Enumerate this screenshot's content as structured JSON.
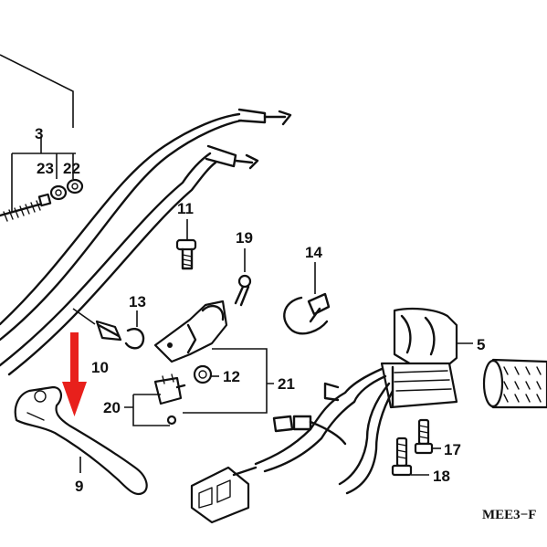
{
  "labels": {
    "l3": "3",
    "l23": "23",
    "l22": "22",
    "l11": "11",
    "l19": "19",
    "l14": "14",
    "l13": "13",
    "l10": "10",
    "l12": "12",
    "l21": "21",
    "l20": "20",
    "l5": "5",
    "l17": "17",
    "l18": "18",
    "l9": "9"
  },
  "diagram_code": "MEE3−F",
  "colors": {
    "line": "#111111",
    "arrow": "#e8201c",
    "background": "#ffffff"
  },
  "icons": {
    "indicator": "red-down-arrow"
  }
}
